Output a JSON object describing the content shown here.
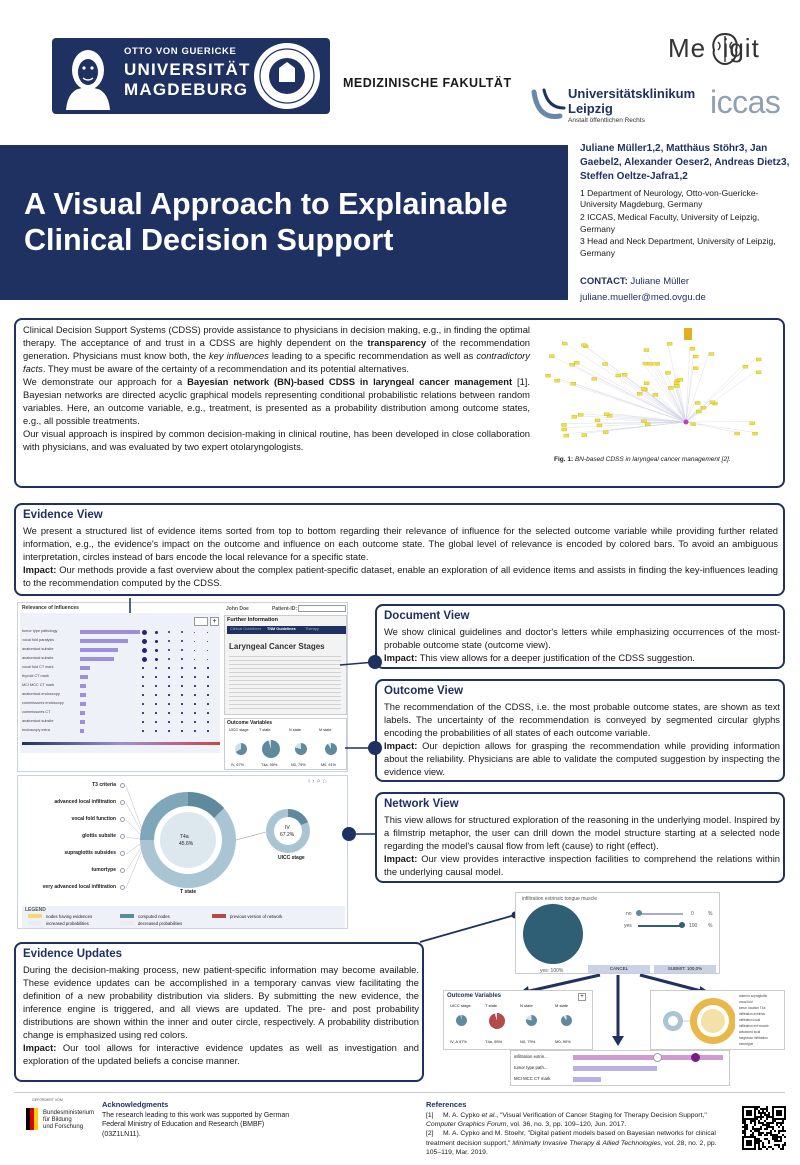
{
  "header": {
    "uni_line1": "OTTO VON GUERICKE",
    "uni_line2": "UNIVERSITÄT",
    "uni_line3": "MAGDEBURG",
    "faculty": "MEDIZINISCHE FAKULTÄT",
    "medigit": "Me  igit",
    "ukl_name1": "Universitätsklinikum",
    "ukl_name2": "Leipzig",
    "ukl_sub": "Anstalt öffentlichen Rechts",
    "iccas": "iccas"
  },
  "title": {
    "line1": "A Visual Approach to Explainable",
    "line2": "Clinical Decision Support"
  },
  "authors": {
    "names": "Juliane Müller1,2, Matthäus Stöhr3, Jan Gaebel2, Alexander Oeser2, Andreas Dietz3, Steffen Oeltze-Jafra1,2",
    "aff1": "1 Department of Neurology, Otto-von-Guericke-University Magdeburg, Germany",
    "aff2": "2 ICCAS, Medical Faculty, University of Leipzig, Germany",
    "aff3": "3 Head and Neck Department, University of Leipzig, Germany",
    "contact_label": "CONTACT:",
    "contact_name": "Juliane Müller",
    "email": "juliane.mueller@med.ovgu.de"
  },
  "intro": {
    "p1": "Clinical Decision Support Systems (CDSS) provide assistance to physicians in decision making, e.g., in finding the optimal therapy. The acceptance of and trust in a CDSS are highly dependent on the",
    "p1b": "transparency",
    "p1c": "of the recommendation generation. Physicians must know both, the",
    "p1d": "key influences",
    "p1e": "leading to a specific recommendation as well as",
    "p1f": "contradictory facts",
    "p1g": ". They must be aware of the certainty of a recommendation and its potential alternatives.",
    "p2": "We demonstrate our approach for a",
    "p2b": "Bayesian network (BN)-based CDSS in laryngeal cancer management",
    "p2c": "[1]. Bayesian networks are directed acyclic graphical models representing conditional probabilistic relations between random variables. Here, an outcome variable, e.g., treatment, is presented as a probability distribution among outcome states, e.g., all possible treatments.",
    "p3": "Our visual approach is inspired by common decision-making in clinical routine, has been developed in close collaboration with physicians, and was evaluated by two expert otolaryngologists.",
    "fig_label": "Fig. 1:",
    "fig_caption": "BN-based CDSS in laryngeal cancer management [2]."
  },
  "evidence_view": {
    "title": "Evidence View",
    "text": "We present a structured list of evidence items sorted from top to bottom regarding their relevance of influence for the selected outcome variable while providing further related information, e.g., the evidence's impact on the outcome and influence on each outcome state. The global level of relevance is encoded by colored bars. To avoid an ambiguous interpretation, circles instead of bars encode the local relevance for a specific state.",
    "impact_label": "Impact:",
    "impact": "Our methods provide a fast overview about the complex patient-specific dataset, enable an exploration of all evidence items and assists in finding the key-influences leading to the recommendation computed by the CDSS."
  },
  "document_view": {
    "title": "Document View",
    "text": "We show clinical guidelines and doctor's letters while emphasizing occurrences of the most-probable outcome state (outcome view).",
    "impact_label": "Impact:",
    "impact": "This view allows for a deeper justification of the CDSS suggestion."
  },
  "outcome_view": {
    "title": "Outcome View",
    "text": "The recommendation of the CDSS, i.e. the most probable outcome states, are shown as text labels. The uncertainty of the recommendation is conveyed by segmented circular glyphs encoding the probabilities of all states of each outcome variable.",
    "impact_label": "Impact:",
    "impact": "Our depiction allows for grasping the recommendation while providing information about the reliability. Physicians are able to validate the computed suggestion by inspecting the evidence view."
  },
  "network_view": {
    "title": "Network View",
    "text": "This view allows for structured exploration of the reasoning in the underlying model. Inspired by a filmstrip metaphor, the user can drill down the model structure starting at a selected node regarding the model's causal flow from left (cause) to right (effect).",
    "impact_label": "Impact:",
    "impact": "Our view provides interactive inspection facilities to comprehend the relations within the underlying causal model."
  },
  "evidence_updates": {
    "title": "Evidence Updates",
    "text": "During the decision-making process, new patient-specific information may become available. These evidence updates can be accomplished in a temporary canvas view facilitating the definition of a new probability distribution via sliders. By submitting the new evidence, the inference engine is triggered, and all views are updated. The pre- and post probability distributions are shown within the inner and outer circle, respectively. A probability distribution change is emphasized using red colors.",
    "impact_label": "Impact:",
    "impact": "Our tool allows for interactive evidence updates as well as investigation and exploration of the updated beliefs a concise manner."
  },
  "mock_evidence": {
    "header": "Relevance of Influences",
    "patient": "John Doe",
    "patient_id_label": "Patient-ID:",
    "further_info": "Further Information",
    "tab1": "Clinical Guidelines",
    "tab2": "TNM Guidelines",
    "tab3": "Therapy",
    "doc_title": "Laryngeal Cancer Stages",
    "outcome_title": "Outcome Variables",
    "outcome_cols": [
      "UICC stage",
      "T state",
      "N state",
      "M state"
    ],
    "outcome_vals": [
      "IV, 67%",
      "T4a, 95%",
      "N0, 79%",
      "M0, 91%"
    ],
    "rows": [
      "tumor type pathology",
      "vocal fold paralysis",
      "anatomical subsite",
      "anatomical subsite",
      "vocal fold CT mark",
      "thyroid CT mark",
      "MCI MCC CT mark",
      "anatomical endoscopy",
      "commissures endoscopy",
      "commissures CT",
      "anatomical subsite",
      "endoscopy extra"
    ]
  },
  "mock_network": {
    "nodes": [
      "T3 criteria",
      "advanced local infiltration",
      "vocal fold function",
      "glottis subsite",
      "supraglottis subsides",
      "tumortype",
      "very advanced local infiltration"
    ],
    "center": "T4a",
    "center_val": "45.6%",
    "outer_label": "T state",
    "small_center": "IV",
    "small_val": "67.2%",
    "small_label": "UICC stage",
    "legend_title": "LEGEND",
    "legend": [
      "nodes having evidences",
      "computed nodes",
      "previous version of network",
      "increased probabilities",
      "decreased probabilities"
    ]
  },
  "mock_update": {
    "title": "infiltration extrinsic tongue muscle",
    "no_label": "no",
    "yes_label": "yes",
    "no_val": "0",
    "yes_val": "100",
    "pct": "%",
    "pie_label": "yes: 100%",
    "cancel": "CANCEL",
    "submit": "SUBMIT: 100,0%",
    "outcome_title": "Outcome Variables",
    "cols": [
      "UICC stage",
      "T state",
      "N state",
      "M state"
    ],
    "vals": [
      "IV, A 97%",
      "T4a, 95%",
      "N0, 79%",
      "M0, 90%"
    ],
    "rows": [
      "infiltration extrin...",
      "tumor type path...",
      "MCI MCC CT mark"
    ],
    "list": [
      "anterior supraglottis",
      "vocal fold",
      "tumor location T4a",
      "infiltration extrinsic",
      "infiltration local",
      "infiltration ext muscle",
      "advanced local",
      "neighbour infiltration",
      "tumortype"
    ]
  },
  "footer": {
    "ack_title": "Acknowledgments",
    "ack_text": "The research leading to this work was supported by German Federal Ministry of Education and Research (BMBF) (03Z1LN11).",
    "bmbf_small": "GEFÖRDERT VOM",
    "bmbf_1": "Bundesministerium",
    "bmbf_2": "für Bildung",
    "bmbf_3": "und Forschung",
    "ref_title": "References",
    "ref1_a": "[1]     M. A. Cypko",
    "ref1_b": "et al.",
    "ref1_c": ", \"Visual Verification of Cancer Staging for Therapy Decision Support,\"",
    "ref1_d": "Computer Graphics Forum",
    "ref1_e": ", vol. 36, no. 3, pp. 109–120, Jun. 2017.",
    "ref2_a": "[2]     M. A. Cypko and M. Stoehr, \"Digital patient models based on Bayesian networks for clinical treatment decision support,\"",
    "ref2_b": "Minimally Invasive Therapy & Allied Technologies",
    "ref2_c": ", vol. 28, no. 2, pp. 105–119, Mar. 2019."
  },
  "colors": {
    "navy": "#1f3160",
    "purple": "#9d8fd9",
    "teal": "#6e9bb0"
  }
}
